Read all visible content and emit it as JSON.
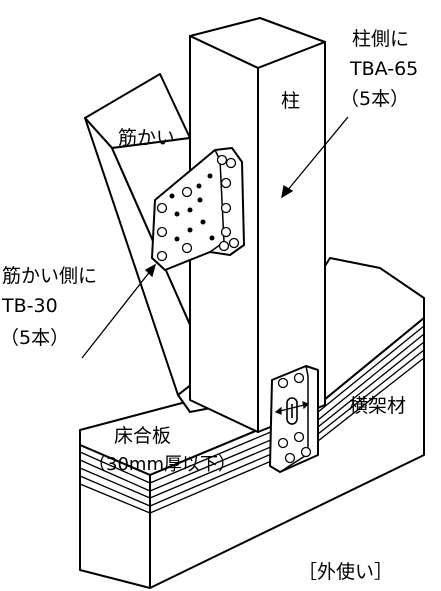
{
  "labels": {
    "brace": "筋かい",
    "post": "柱",
    "beam": "横架材",
    "post_side_line1": "柱側に",
    "post_side_line2": "TBA-65",
    "post_side_line3": "（5本）",
    "brace_side_line1": "筋かい側に",
    "brace_side_line2": "TB-30",
    "brace_side_line3": "（5本）",
    "floor_line1": "床合板",
    "floor_line2": "（30mm厚以下）",
    "usage": "［外使い］"
  },
  "colors": {
    "line": "#000000",
    "fill": "#ffffff"
  }
}
